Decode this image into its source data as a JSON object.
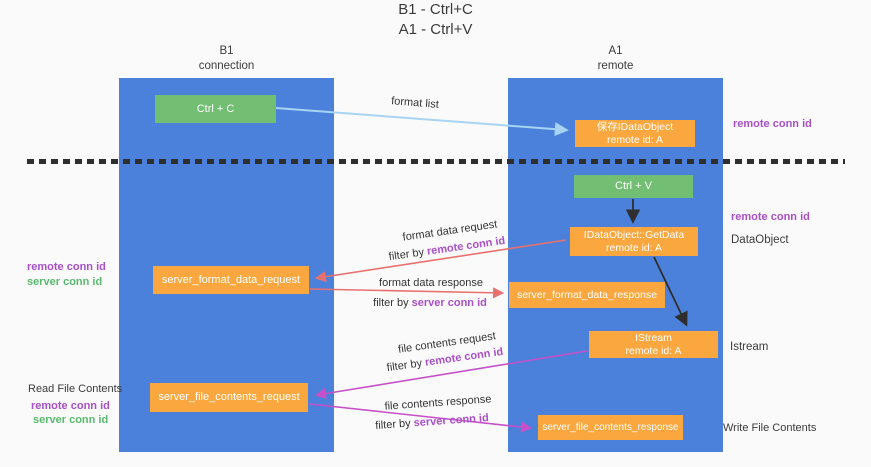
{
  "title": {
    "line1": "B1 - Ctrl+C",
    "line2": "A1 - Ctrl+V"
  },
  "columns": {
    "left": {
      "name": "B1",
      "role": "connection"
    },
    "right": {
      "name": "A1",
      "role": "remote"
    }
  },
  "nodes": {
    "ctrl_c": "Ctrl + C",
    "ctrl_v": "Ctrl + V",
    "save_idataobject": {
      "line1": "保存IDataObject",
      "line2": "remote id: A"
    },
    "getdata": {
      "line1": "IDataObject::GetData",
      "line2": "remote id: A"
    },
    "istream": {
      "line1": "IStream",
      "line2": "remote id: A"
    },
    "format_request": "server_format_data_request",
    "format_response": "server_format_data_response",
    "file_request": "server_file_contents_request",
    "file_response": "server_file_contents_response"
  },
  "edge_labels": {
    "format_list": "format list",
    "format_data_request": "format data request",
    "format_data_response": "format data response",
    "file_contents_request": "file contents request",
    "file_contents_response": "file contents response",
    "filter_by": "filter by ",
    "remote_conn_id": "remote conn id",
    "server_conn_id": "server conn id"
  },
  "side_labels": {
    "remote_conn_id": "remote conn id",
    "server_conn_id": "server conn id",
    "dataobject": "DataObject",
    "istream": "Istream",
    "read_file_contents": "Read File Contents",
    "write_file_contents": "Write File Contents"
  },
  "colors": {
    "lifeline_blue": "#4c81db",
    "node_orange": "#f9a73e",
    "node_green": "#72bf73",
    "label_purple": "#a94fc9",
    "label_green": "#58ba6c",
    "arrow_red": "#e8716e",
    "arrow_magenta": "#c750c8",
    "arrow_lightblue": "#a6d4f2",
    "arrow_black": "#2e2e2e"
  }
}
